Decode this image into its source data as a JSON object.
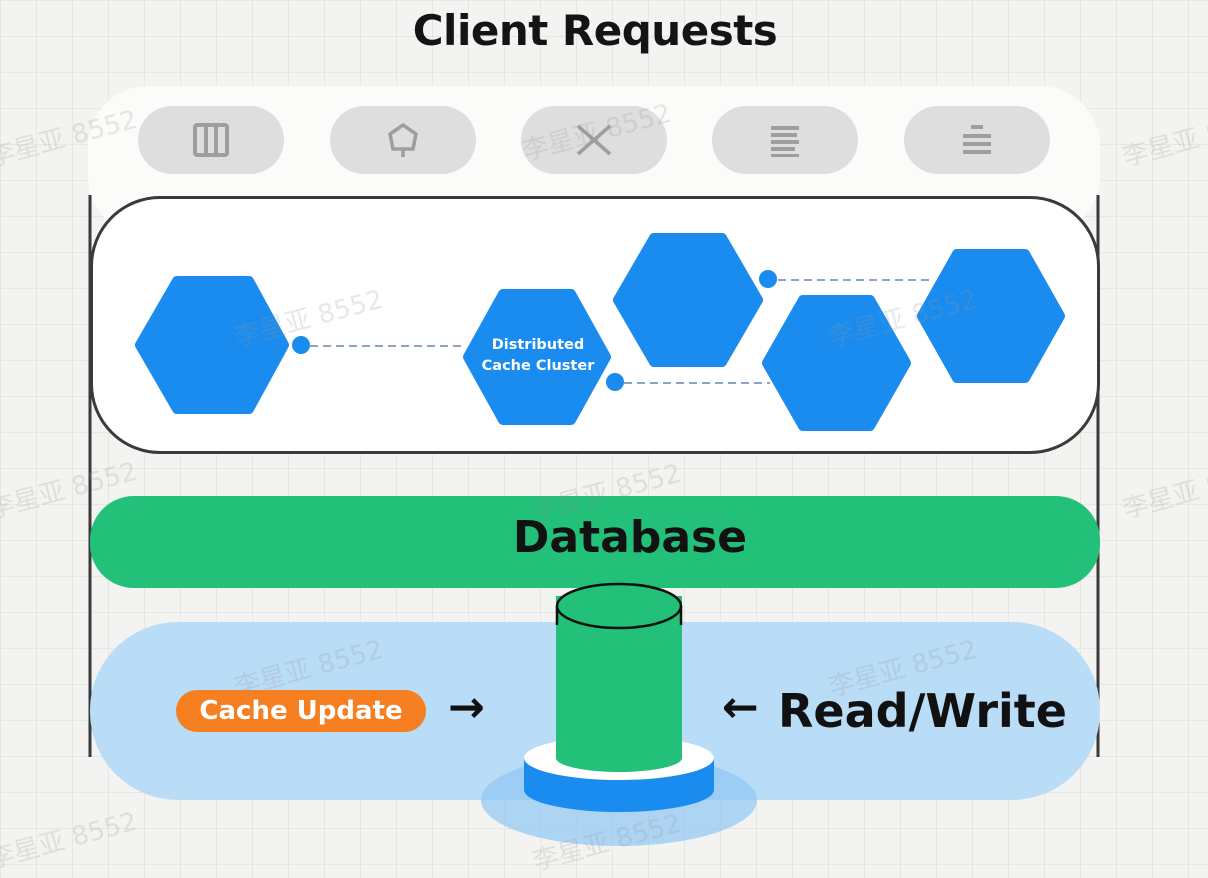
{
  "title": "Client Requests",
  "client_icons": [
    "columns-icon",
    "pentagon-pin-icon",
    "cross-icon",
    "stacked-lines-icon",
    "layered-lines-icon"
  ],
  "cache_cluster_label": "Distributed\nCache Cluster",
  "database_label": "Database",
  "cache_update_label": "Cache Update",
  "read_write_label": "Read/Write",
  "arrow_right_glyph": "→",
  "arrow_left_glyph": "←",
  "watermark_text": "李星亚 8552",
  "colors": {
    "node_blue": "#1a8cf0",
    "database_green": "#22c078",
    "cache_update_orange": "#f57f21",
    "client_button_gray": "#dedede",
    "blue_band": "#b9dcf7"
  }
}
